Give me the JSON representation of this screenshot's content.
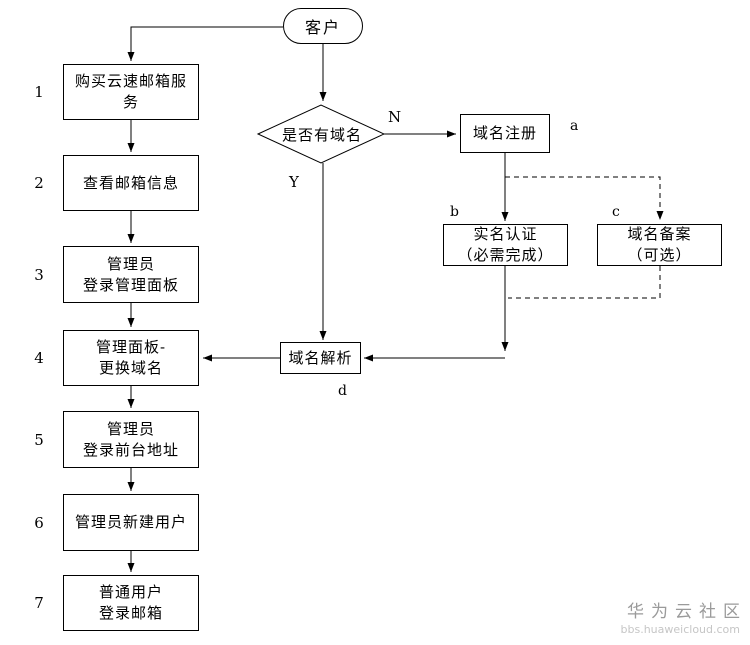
{
  "colors": {
    "line": "#000000",
    "node_background": "#ffffff",
    "watermark_title": "#9a9a9a",
    "watermark_url": "#c6c6c6"
  },
  "flow": {
    "start": {
      "label": "客户"
    },
    "left_steps": [
      {
        "num": "1",
        "label": "购买云速邮箱服\n务"
      },
      {
        "num": "2",
        "label": "查看邮箱信息"
      },
      {
        "num": "3",
        "label": "管理员\n登录管理面板"
      },
      {
        "num": "4",
        "label": "管理面板-\n更换域名"
      },
      {
        "num": "5",
        "label": "管理员\n登录前台地址"
      },
      {
        "num": "6",
        "label": "管理员新建用户"
      },
      {
        "num": "7",
        "label": "普通用户\n登录邮箱"
      }
    ],
    "decision": {
      "label": "是否有域名",
      "no_label": "N",
      "yes_label": "Y"
    },
    "domain_register": {
      "label": "域名注册",
      "tag": "a"
    },
    "realname_auth": {
      "label": "实名认证\n（必需完成）",
      "tag": "b"
    },
    "domain_filing": {
      "label": "域名备案\n（可选）",
      "tag": "c"
    },
    "domain_resolve": {
      "label": "域名解析",
      "tag": "d"
    }
  },
  "watermark": {
    "title": "华为云社区",
    "url": "bbs.huaweicloud.com"
  }
}
